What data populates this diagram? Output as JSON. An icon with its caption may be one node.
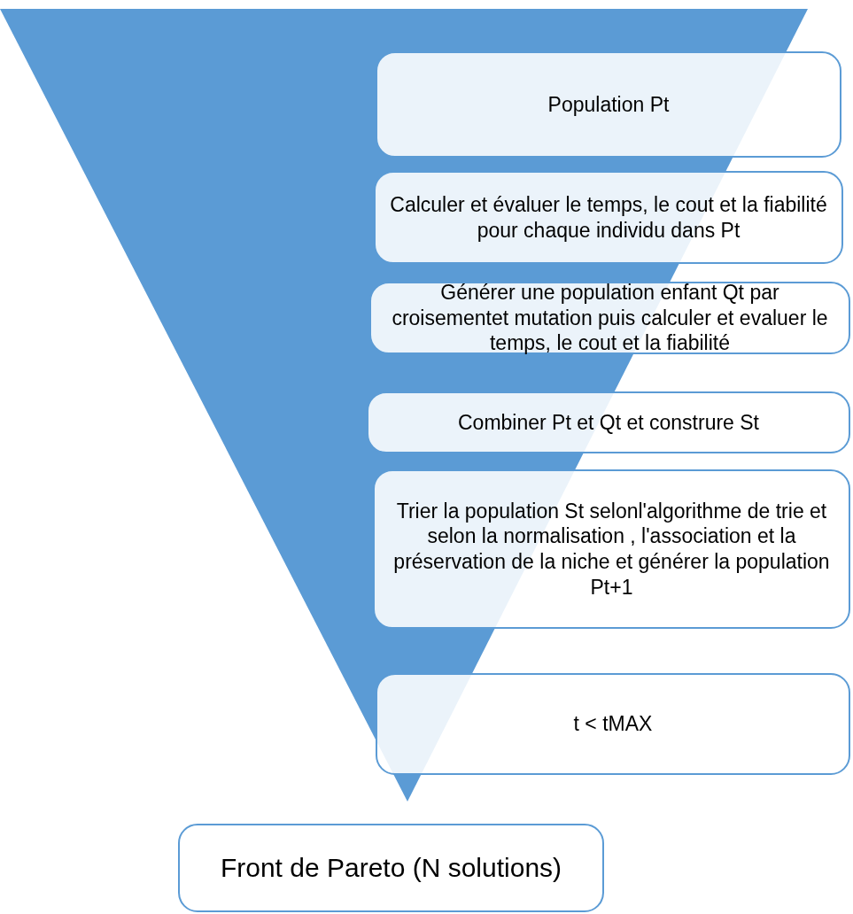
{
  "diagram": {
    "nodes": [
      {
        "text": [
          "Population Pt"
        ]
      },
      {
        "text": [
          "Calculer et évaluer le temps, le cout et la fiabilité pour chaque individu dans Pt"
        ]
      },
      {
        "text": [
          "Générer une population enfant Qt par croisementet mutation puis calculer et evaluer le temps, le cout et la fiabilité"
        ]
      },
      {
        "text": [
          "Combiner Pt et Qt et construre St"
        ]
      },
      {
        "text": [
          "Trier la population St selonl'algorithme de trie et selon la normalisation , l'association et la préservation de la niche et générer la population Pt+1"
        ]
      },
      {
        "text": [
          "t < tMAX"
        ]
      },
      {
        "text": [
          "Front de Pareto (N solutions)"
        ]
      }
    ]
  }
}
